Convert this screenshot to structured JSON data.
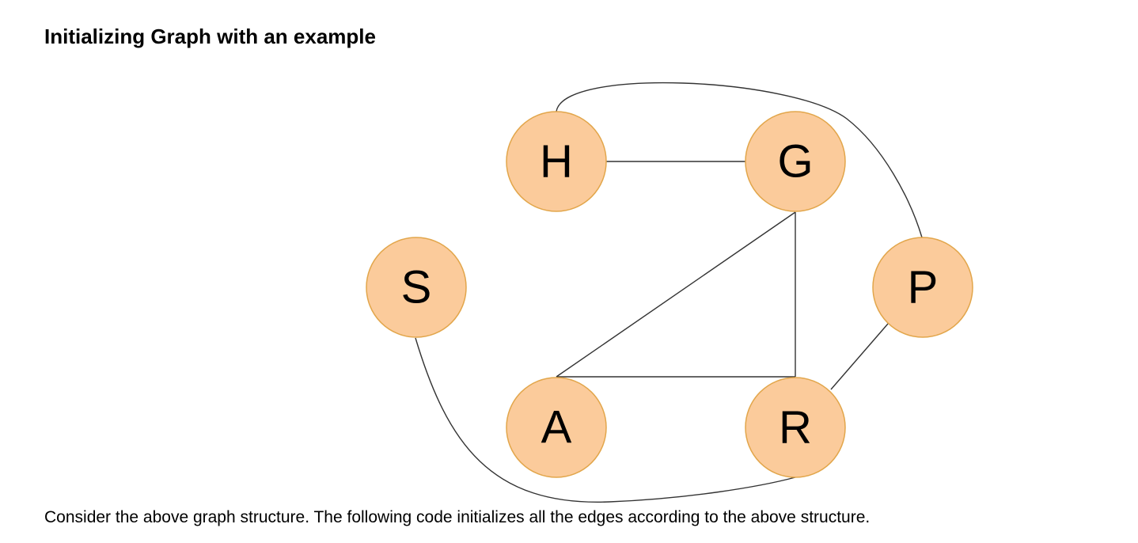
{
  "heading": "Initializing Graph with an example",
  "caption": "Consider the above graph structure. The following code initializes all the edges according to the above structure.",
  "graph": {
    "node_fill": "#FBCB9B",
    "node_stroke": "#E2A64B",
    "edge_color": "#333333",
    "nodes": [
      {
        "id": "H",
        "label": "H"
      },
      {
        "id": "G",
        "label": "G"
      },
      {
        "id": "S",
        "label": "S"
      },
      {
        "id": "P",
        "label": "P"
      },
      {
        "id": "A",
        "label": "A"
      },
      {
        "id": "R",
        "label": "R"
      }
    ],
    "edges": [
      {
        "from": "H",
        "to": "G"
      },
      {
        "from": "H",
        "to": "P"
      },
      {
        "from": "G",
        "to": "A"
      },
      {
        "from": "G",
        "to": "R"
      },
      {
        "from": "A",
        "to": "R"
      },
      {
        "from": "P",
        "to": "R"
      },
      {
        "from": "S",
        "to": "R"
      }
    ]
  }
}
